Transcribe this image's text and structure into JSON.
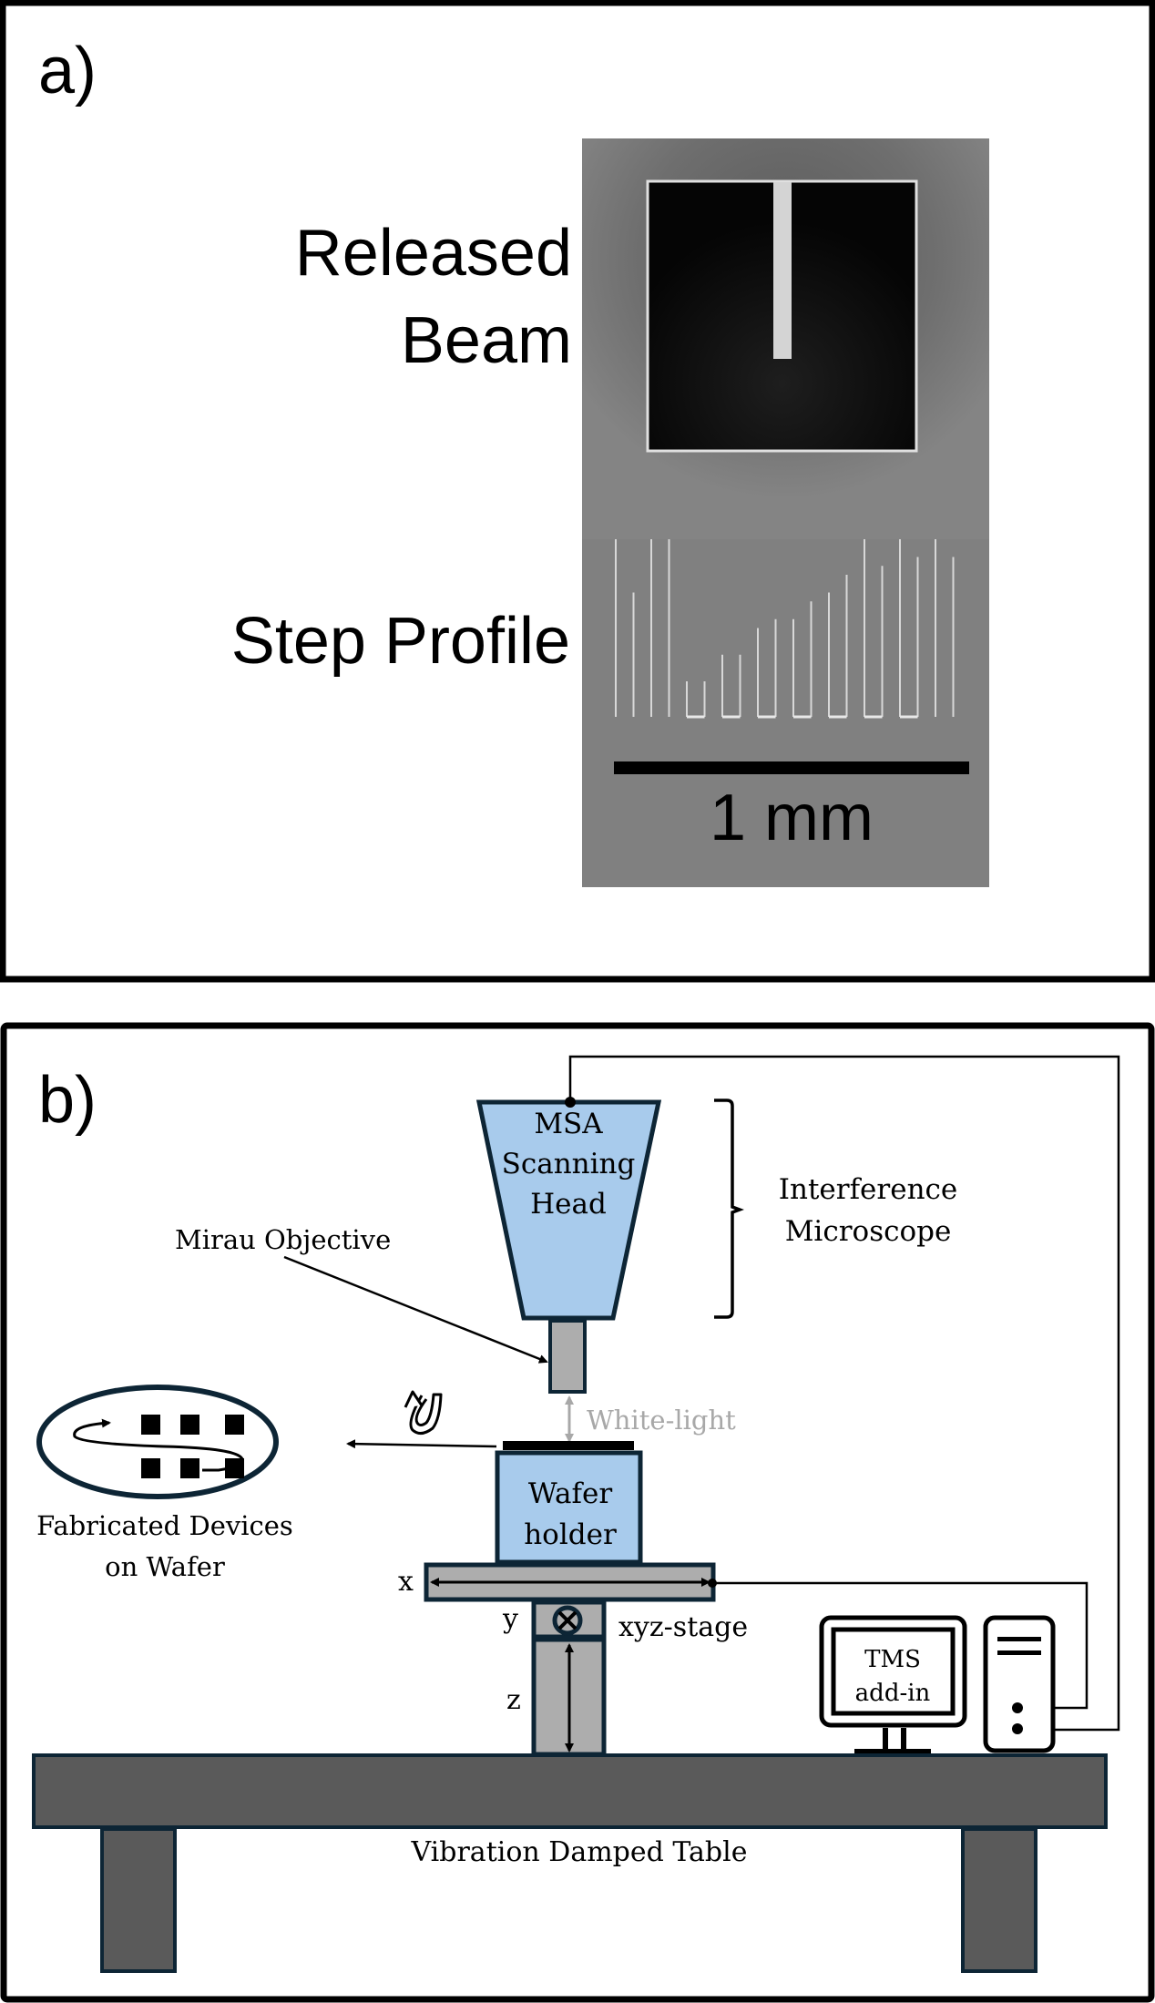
{
  "panel_a": {
    "label": "a)",
    "released_beam_label_line1": "Released",
    "released_beam_label_line2": "Beam",
    "step_profile_label": "Step Profile",
    "scale_bar_label": "1 mm"
  },
  "panel_b": {
    "label": "b)",
    "msa_line1": "MSA",
    "msa_line2": "Scanning",
    "msa_line3": "Head",
    "interference_line1": "Interference",
    "interference_line2": "Microscope",
    "mirau_objective": "Mirau Objective",
    "white_light": "White-light",
    "wafer_holder_line1": "Wafer",
    "wafer_holder_line2": "holder",
    "fabricated_line1": "Fabricated Devices",
    "fabricated_line2": "on Wafer",
    "axis_x": "x",
    "axis_y": "y",
    "axis_z": "z",
    "xyz_stage": "xyz-stage",
    "tms_line1": "TMS",
    "tms_line2": "add-in",
    "table_label": "Vibration Damped Table"
  },
  "colors": {
    "component_blue": "#a8cbec",
    "outline_navy": "#0d2535",
    "stage_gray": "#adadad",
    "table_gray": "#5a5a5a",
    "white_light_gray": "#a8a8a8",
    "sem_background": "#7f7f7f"
  }
}
